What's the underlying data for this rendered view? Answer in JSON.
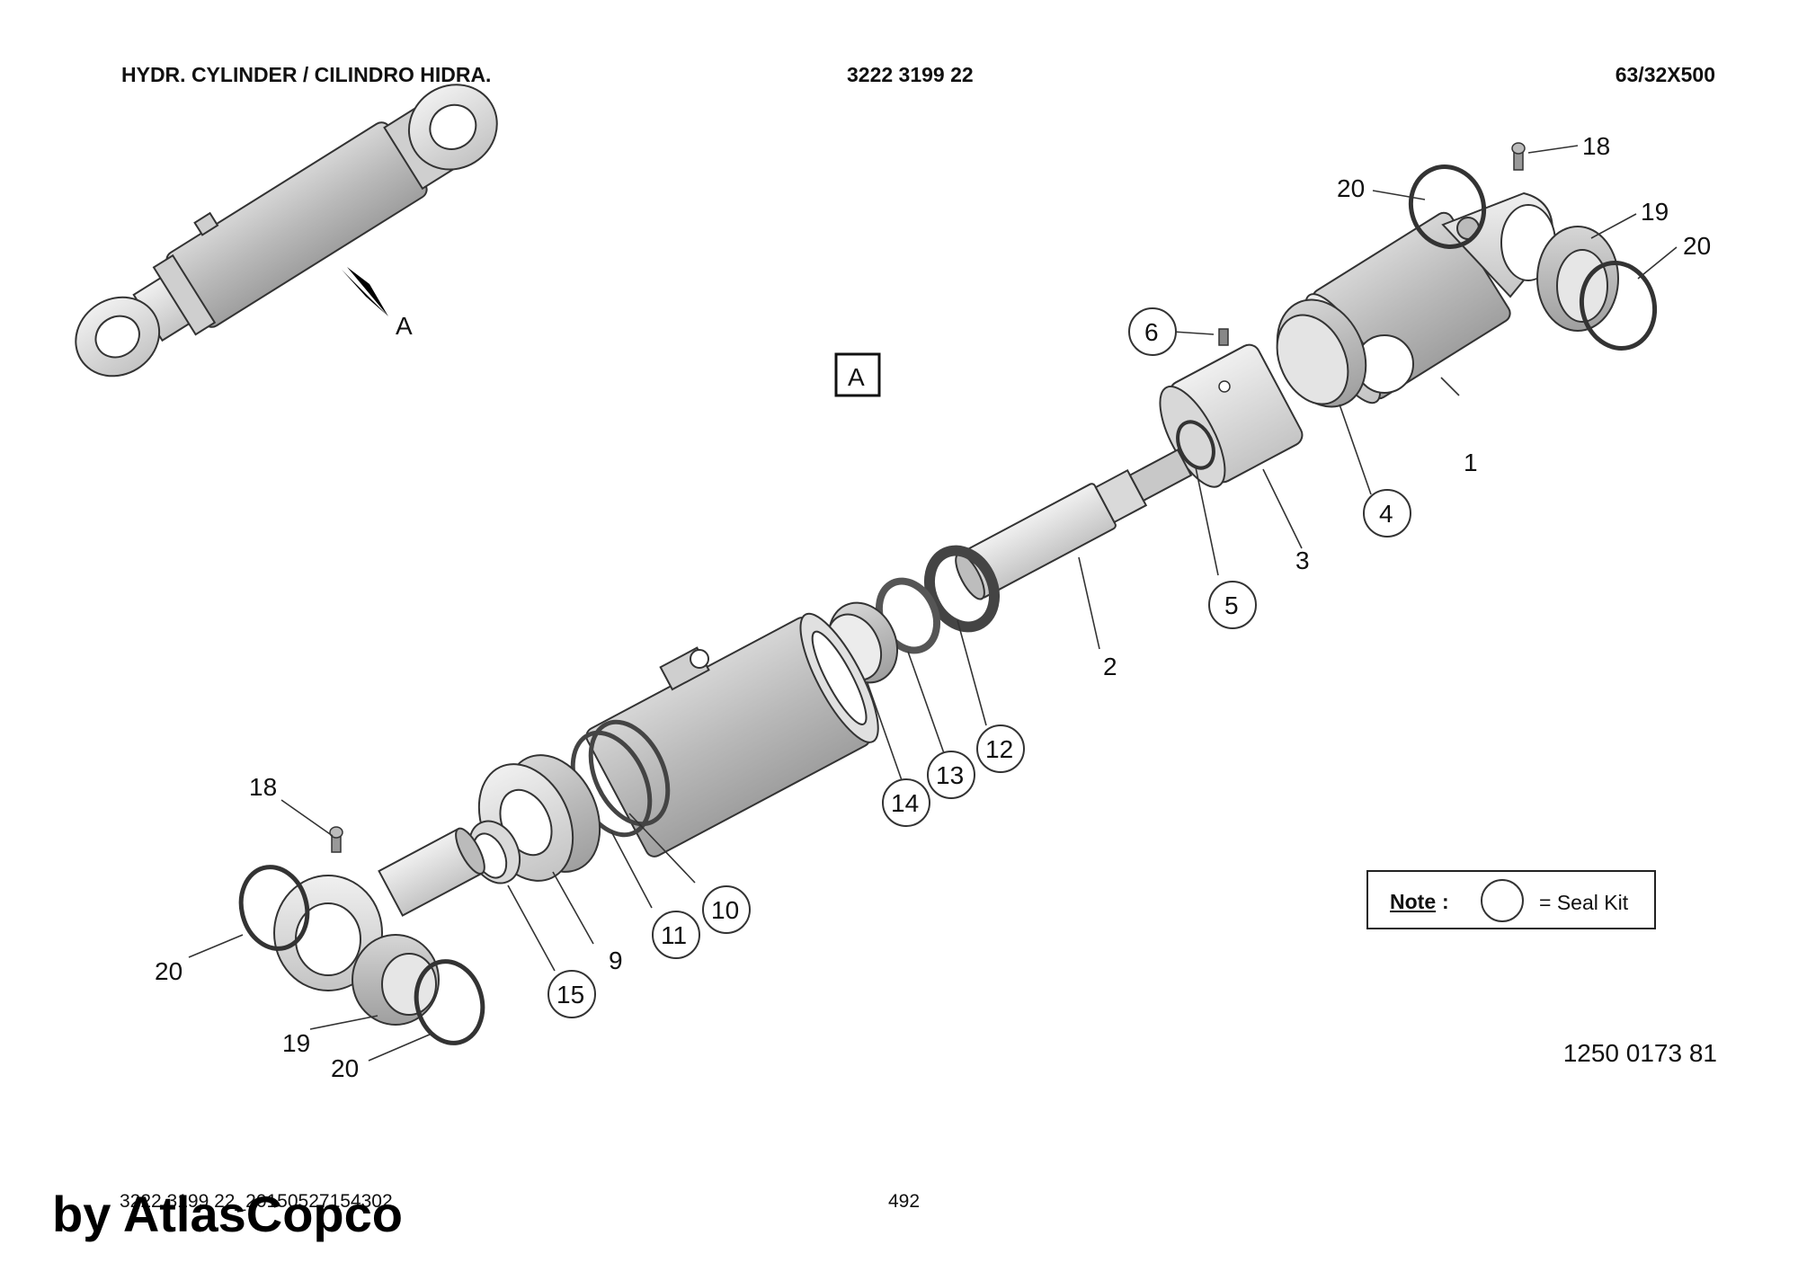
{
  "header": {
    "title": "HYDR. CYLINDER / CILINDRO HIDRA.",
    "model_number": "3222 3199 22",
    "size": "63/32X500"
  },
  "view_label": "A",
  "arrow_label": "A",
  "callouts": {
    "c1": "1",
    "c2": "2",
    "c3": "3",
    "c4": "4",
    "c5": "5",
    "c6": "6",
    "c9": "9",
    "c10": "10",
    "c11": "11",
    "c12": "12",
    "c13": "13",
    "c14": "14",
    "c15": "15",
    "c18a": "18",
    "c18b": "18",
    "c19a": "19",
    "c19b": "19",
    "c20a": "20",
    "c20b": "20",
    "c20c": "20",
    "c20d": "20"
  },
  "note": {
    "label": "Note",
    "colon": ":",
    "meaning": "= Seal Kit"
  },
  "part_number": "1250 0173 81",
  "footer": {
    "file_ref": "3222 3199 22_20150527154302",
    "page": "492",
    "brand": "by AtlasCopco"
  },
  "colors": {
    "part_fill": "#bdbdbd",
    "part_fill_light": "#dcdcdc",
    "outline": "#333333"
  }
}
